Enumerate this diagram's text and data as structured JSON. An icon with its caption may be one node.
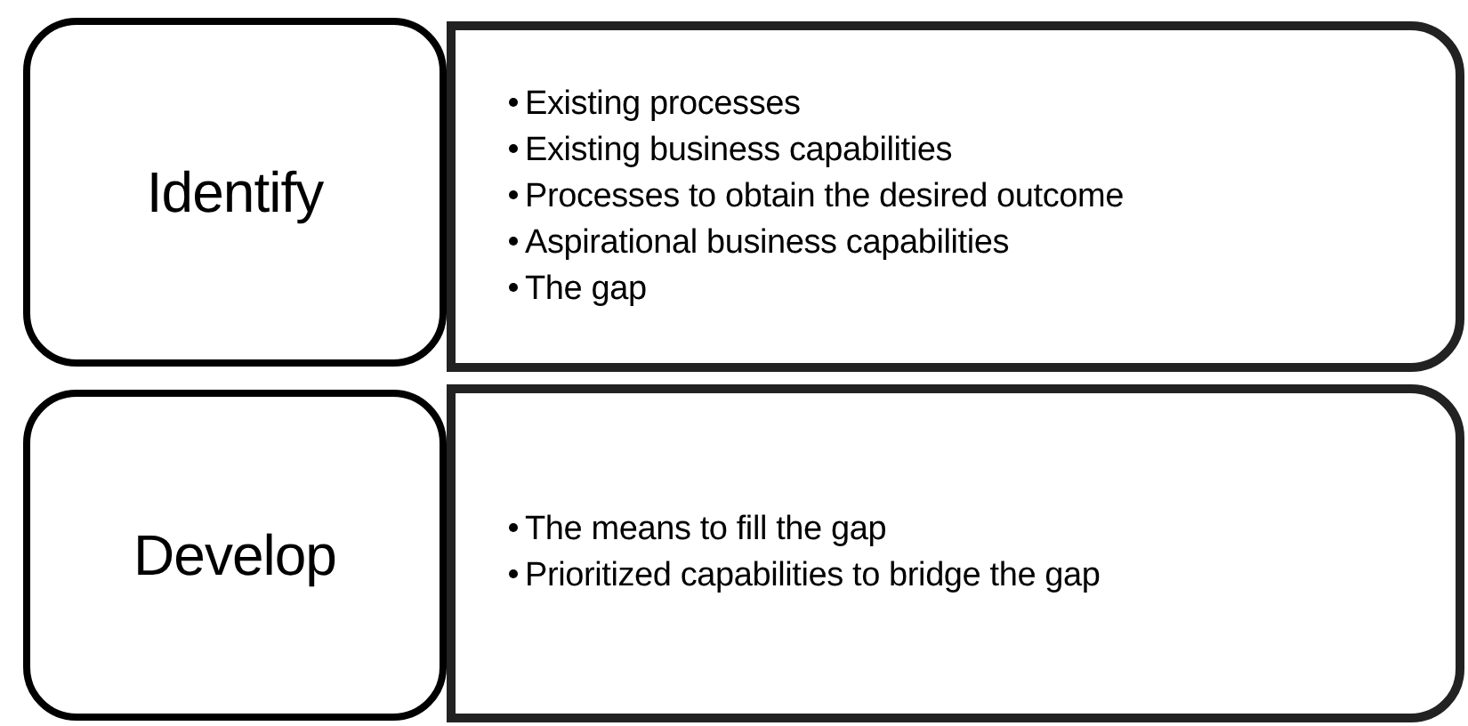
{
  "diagram": {
    "nodes": [
      {
        "text": [
          "Identify"
        ]
      },
      {
        "text": [
          "Existing processes",
          "Existing business capabilities",
          "Processes to obtain the desired outcome",
          "Aspirational business capabilities",
          "The gap"
        ]
      },
      {
        "text": [
          "Develop"
        ]
      },
      {
        "text": [
          "The means to fill the gap",
          "Prioritized capabilities to bridge the gap"
        ]
      }
    ]
  }
}
